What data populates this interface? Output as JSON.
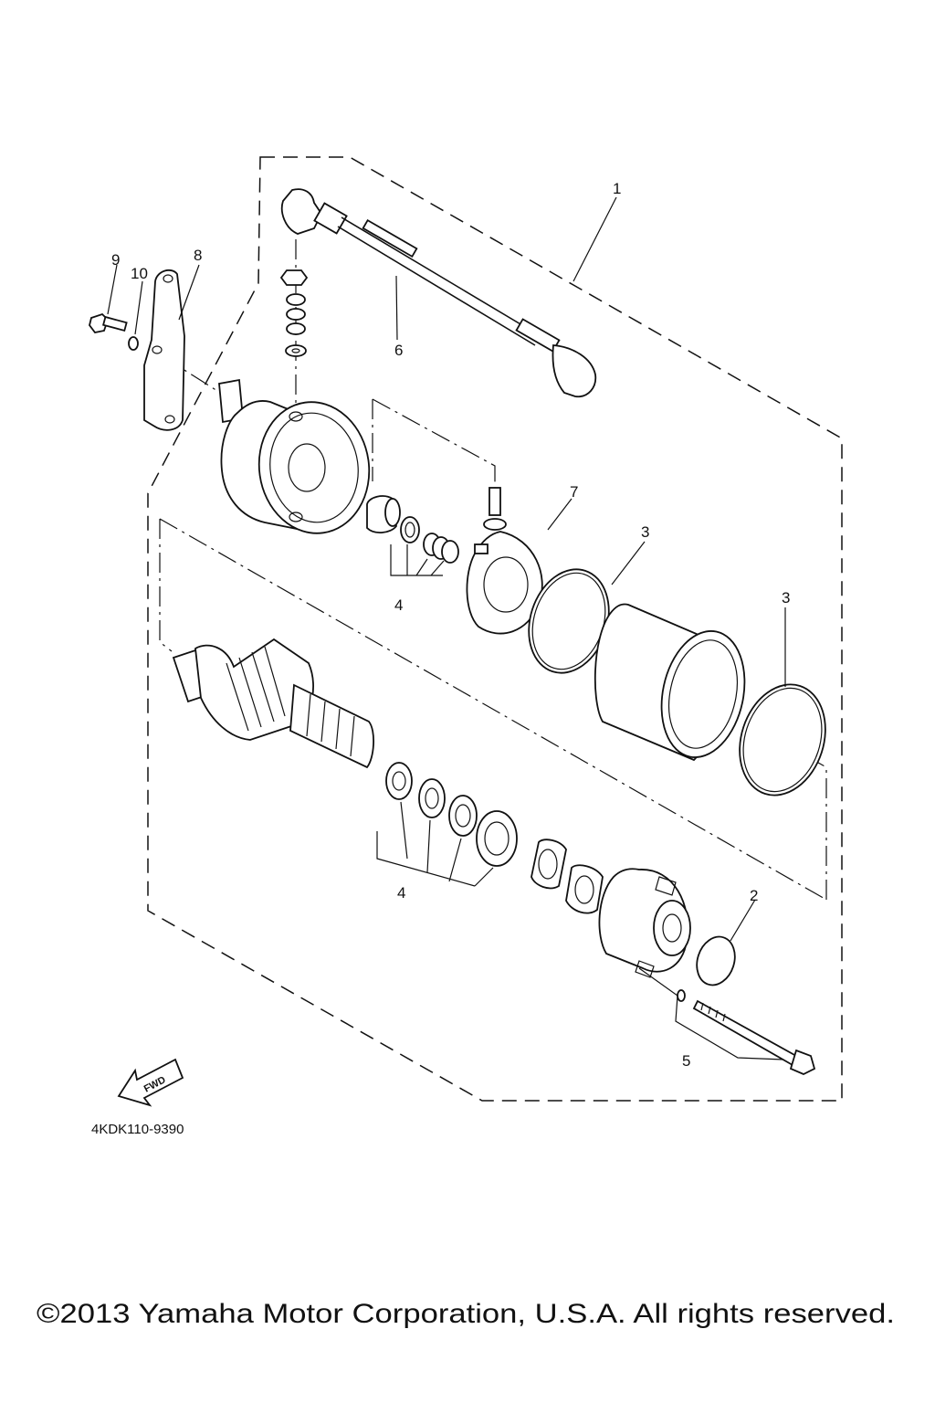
{
  "diagram": {
    "callouts": [
      {
        "id": "c1",
        "label": "1"
      },
      {
        "id": "c2",
        "label": "2"
      },
      {
        "id": "c3a",
        "label": "3"
      },
      {
        "id": "c3b",
        "label": "3"
      },
      {
        "id": "c4a",
        "label": "4"
      },
      {
        "id": "c4b",
        "label": "4"
      },
      {
        "id": "c5",
        "label": "5"
      },
      {
        "id": "c6",
        "label": "6"
      },
      {
        "id": "c7",
        "label": "7"
      },
      {
        "id": "c8",
        "label": "8"
      },
      {
        "id": "c9",
        "label": "9"
      },
      {
        "id": "c10",
        "label": "10"
      }
    ],
    "fwd_label": "FWD",
    "diagram_code": "4KDK110-9390",
    "copyright": "©2013 Yamaha Motor Corporation, U.S.A. All rights reserved."
  }
}
